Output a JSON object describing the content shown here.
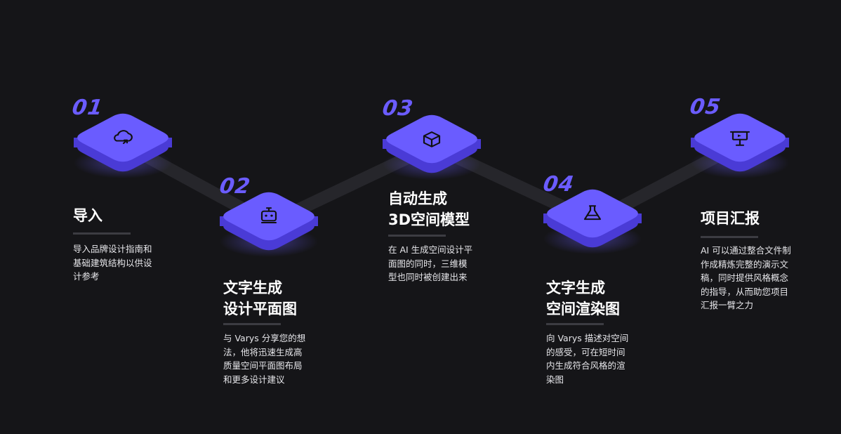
{
  "steps": [
    {
      "num": "01",
      "icon": "cloud-upload-icon",
      "title": [
        "导入"
      ],
      "desc": [
        "导入品牌设计指南和",
        "基础建筑结构以供设",
        "计参考"
      ]
    },
    {
      "num": "02",
      "icon": "robot-icon",
      "title": [
        "文字生成",
        "设计平面图"
      ],
      "desc": [
        "与 Varys 分享您的想",
        "法，他将迅速生成高",
        "质量空间平面图布局",
        "和更多设计建议"
      ]
    },
    {
      "num": "03",
      "icon": "cube-icon",
      "title": [
        "自动生成",
        "3D空间模型"
      ],
      "desc": [
        "在 AI 生成空间设计平",
        "面图的同时，三维模",
        "型也同时被创建出来"
      ]
    },
    {
      "num": "04",
      "icon": "flask-icon",
      "title": [
        "文字生成",
        "空间渲染图"
      ],
      "desc": [
        "向 Varys 描述对空间",
        "的感受，可在短时间",
        "内生成符合风格的渲",
        "染图"
      ]
    },
    {
      "num": "05",
      "icon": "presentation-icon",
      "title": [
        "项目汇报"
      ],
      "desc": [
        "AI 可以通过整合文件制",
        "作成精炼完整的演示文",
        "稿，同时提供风格概念",
        "的指导，从而助您项目",
        "汇报一臂之力"
      ]
    }
  ],
  "colors": {
    "background": "#151518",
    "tile_top": "#6a5cff",
    "tile_side": "#4a3bd6",
    "number": "#6b5cff",
    "connector": "#26262b",
    "rule": "#3c3c42"
  }
}
